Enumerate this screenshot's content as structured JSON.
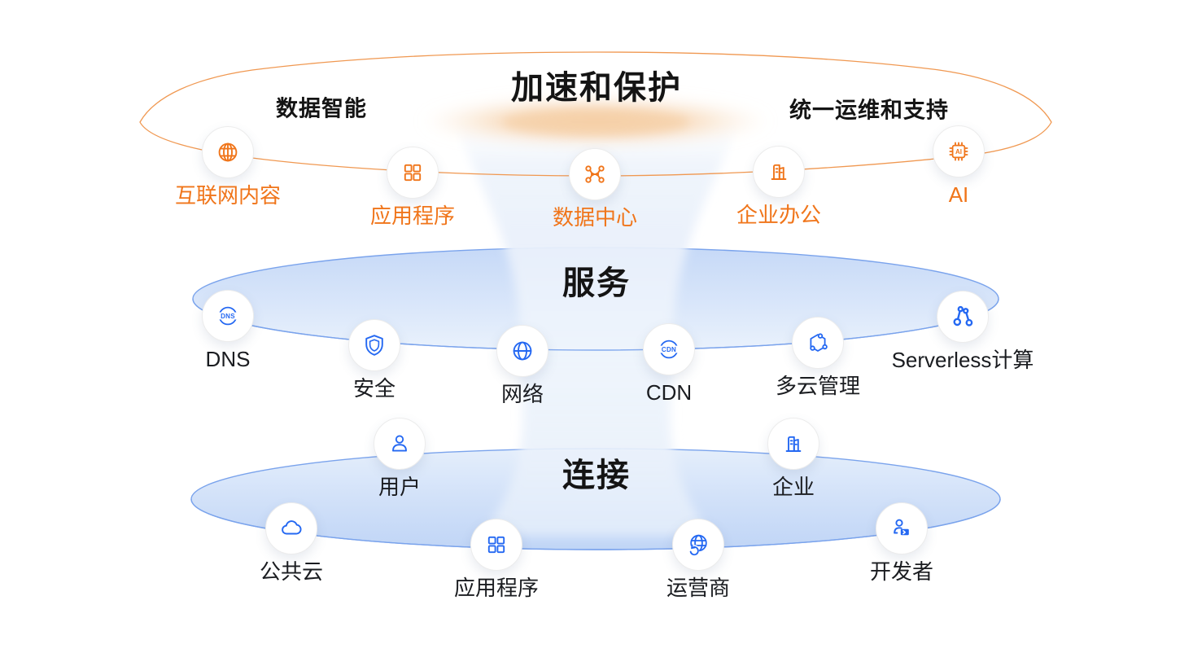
{
  "diagram": {
    "top_tier": {
      "title": "加速和保护",
      "subtitle_left": "数据智能",
      "subtitle_right": "统一运维和支持",
      "nodes": [
        {
          "label": "互联网内容",
          "icon": "globe-grid-icon"
        },
        {
          "label": "应用程序",
          "icon": "app-grid-icon"
        },
        {
          "label": "数据中心",
          "icon": "data-center-nodes-icon"
        },
        {
          "label": "企业办公",
          "icon": "office-buildings-icon"
        },
        {
          "label": "AI",
          "icon": "ai-chip-icon"
        }
      ]
    },
    "middle_tier": {
      "title": "服务",
      "nodes": [
        {
          "label": "DNS",
          "icon": "dns-globe-icon"
        },
        {
          "label": "安全",
          "icon": "shield-icon"
        },
        {
          "label": "网络",
          "icon": "globe-icon"
        },
        {
          "label": "CDN",
          "icon": "cdn-globe-icon"
        },
        {
          "label": "多云管理",
          "icon": "hexagon-nodes-icon"
        },
        {
          "label": "Serverless计算",
          "icon": "serverless-nodes-icon"
        }
      ]
    },
    "bottom_tier": {
      "title": "连接",
      "nodes": [
        {
          "label": "用户",
          "icon": "user-icon"
        },
        {
          "label": "企业",
          "icon": "enterprise-building-icon"
        },
        {
          "label": "公共云",
          "icon": "cloud-icon"
        },
        {
          "label": "应用程序",
          "icon": "app-grid-icon"
        },
        {
          "label": "运营商",
          "icon": "globe-sync-icon"
        },
        {
          "label": "开发者",
          "icon": "developer-icon"
        }
      ]
    },
    "icon_text": {
      "dns": "DNS",
      "cdn": "CDN",
      "ai": "AI"
    },
    "colors": {
      "accent_orange": "#f0751a",
      "orange_ring_stroke": "#ef9248",
      "accent_blue": "#2468f2",
      "blue_ring_stroke": "#7aa3ec",
      "tier_fill_top": "#c6d9f7",
      "tier_fill_bottom": "#c0d5f6",
      "title_color": "#141414"
    }
  }
}
